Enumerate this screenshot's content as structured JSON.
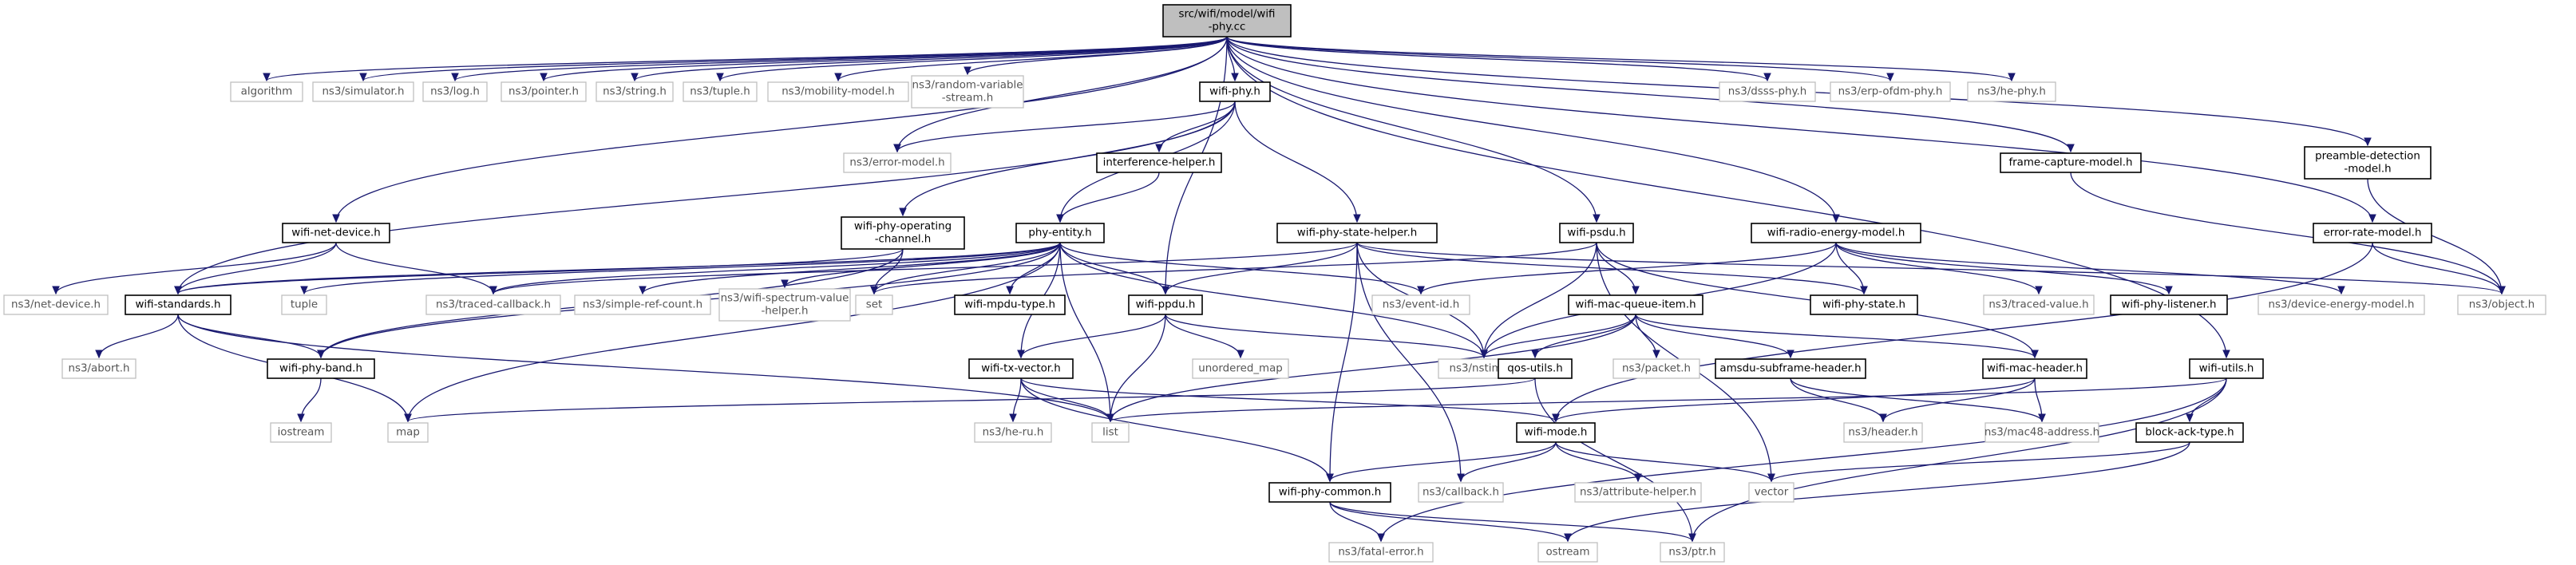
{
  "nodes": {
    "root": {
      "lines": [
        "src/wifi/model/wifi",
        "-phy.cc"
      ],
      "style": "root"
    },
    "algorithm": {
      "lines": [
        "algorithm"
      ],
      "style": "grey"
    },
    "simulator": {
      "lines": [
        "ns3/simulator.h"
      ],
      "style": "grey"
    },
    "log": {
      "lines": [
        "ns3/log.h"
      ],
      "style": "grey"
    },
    "pointer": {
      "lines": [
        "ns3/pointer.h"
      ],
      "style": "grey"
    },
    "string": {
      "lines": [
        "ns3/string.h"
      ],
      "style": "grey"
    },
    "tuple_h": {
      "lines": [
        "ns3/tuple.h"
      ],
      "style": "grey"
    },
    "mobility": {
      "lines": [
        "ns3/mobility-model.h"
      ],
      "style": "grey"
    },
    "randomvar": {
      "lines": [
        "ns3/random-variable",
        "-stream.h"
      ],
      "style": "grey"
    },
    "wifiphy": {
      "lines": [
        "wifi-phy.h"
      ],
      "style": "black"
    },
    "dsss": {
      "lines": [
        "ns3/dsss-phy.h"
      ],
      "style": "grey"
    },
    "erpofdm": {
      "lines": [
        "ns3/erp-ofdm-phy.h"
      ],
      "style": "grey"
    },
    "hephy": {
      "lines": [
        "ns3/he-phy.h"
      ],
      "style": "grey"
    },
    "errormodel": {
      "lines": [
        "ns3/error-model.h"
      ],
      "style": "grey"
    },
    "interference": {
      "lines": [
        "interference-helper.h"
      ],
      "style": "black"
    },
    "framecapture": {
      "lines": [
        "frame-capture-model.h"
      ],
      "style": "black"
    },
    "preamble": {
      "lines": [
        "preamble-detection",
        "-model.h"
      ],
      "style": "black"
    },
    "netdevice": {
      "lines": [
        "wifi-net-device.h"
      ],
      "style": "black"
    },
    "opchannel": {
      "lines": [
        "wifi-phy-operating",
        "-channel.h"
      ],
      "style": "black"
    },
    "phyentity": {
      "lines": [
        "phy-entity.h"
      ],
      "style": "black"
    },
    "statehelper": {
      "lines": [
        "wifi-phy-state-helper.h"
      ],
      "style": "black"
    },
    "psdu": {
      "lines": [
        "wifi-psdu.h"
      ],
      "style": "black"
    },
    "radioenergy": {
      "lines": [
        "wifi-radio-energy-model.h"
      ],
      "style": "black"
    },
    "erm": {
      "lines": [
        "error-rate-model.h"
      ],
      "style": "black"
    },
    "nsnetdevice": {
      "lines": [
        "ns3/net-device.h"
      ],
      "style": "grey"
    },
    "standards": {
      "lines": [
        "wifi-standards.h"
      ],
      "style": "black"
    },
    "tuple": {
      "lines": [
        "tuple"
      ],
      "style": "grey"
    },
    "tracedcb": {
      "lines": [
        "ns3/traced-callback.h"
      ],
      "style": "grey"
    },
    "simplerc": {
      "lines": [
        "ns3/simple-ref-count.h"
      ],
      "style": "grey"
    },
    "spectrumhelper": {
      "lines": [
        "ns3/wifi-spectrum-value",
        "-helper.h"
      ],
      "style": "grey"
    },
    "set": {
      "lines": [
        "set"
      ],
      "style": "grey"
    },
    "mpdutype": {
      "lines": [
        "wifi-mpdu-type.h"
      ],
      "style": "black"
    },
    "ppdu": {
      "lines": [
        "wifi-ppdu.h"
      ],
      "style": "black"
    },
    "eventid": {
      "lines": [
        "ns3/event-id.h"
      ],
      "style": "grey"
    },
    "macqueue": {
      "lines": [
        "wifi-mac-queue-item.h"
      ],
      "style": "black"
    },
    "phystate": {
      "lines": [
        "wifi-phy-state.h"
      ],
      "style": "black"
    },
    "tracedvalue": {
      "lines": [
        "ns3/traced-value.h"
      ],
      "style": "grey"
    },
    "phylistener": {
      "lines": [
        "wifi-phy-listener.h"
      ],
      "style": "black"
    },
    "devenergy": {
      "lines": [
        "ns3/device-energy-model.h"
      ],
      "style": "grey"
    },
    "object": {
      "lines": [
        "ns3/object.h"
      ],
      "style": "grey"
    },
    "abort": {
      "lines": [
        "ns3/abort.h"
      ],
      "style": "grey"
    },
    "band": {
      "lines": [
        "wifi-phy-band.h"
      ],
      "style": "black"
    },
    "map": {
      "lines": [
        "map"
      ],
      "style": "grey"
    },
    "txvector": {
      "lines": [
        "wifi-tx-vector.h"
      ],
      "style": "black"
    },
    "unordered": {
      "lines": [
        "unordered_map"
      ],
      "style": "grey"
    },
    "nstime": {
      "lines": [
        "ns3/nstime.h"
      ],
      "style": "grey"
    },
    "qosutils": {
      "lines": [
        "qos-utils.h"
      ],
      "style": "black"
    },
    "packet": {
      "lines": [
        "ns3/packet.h"
      ],
      "style": "grey"
    },
    "amsdu": {
      "lines": [
        "amsdu-subframe-header.h"
      ],
      "style": "black"
    },
    "macheader": {
      "lines": [
        "wifi-mac-header.h"
      ],
      "style": "black"
    },
    "wifiutils": {
      "lines": [
        "wifi-utils.h"
      ],
      "style": "black"
    },
    "iostream": {
      "lines": [
        "iostream"
      ],
      "style": "grey"
    },
    "list": {
      "lines": [
        "list"
      ],
      "style": "grey"
    },
    "heru": {
      "lines": [
        "ns3/he-ru.h"
      ],
      "style": "grey"
    },
    "wifimode": {
      "lines": [
        "wifi-mode.h"
      ],
      "style": "black"
    },
    "header": {
      "lines": [
        "ns3/header.h"
      ],
      "style": "grey"
    },
    "mac48": {
      "lines": [
        "ns3/mac48-address.h"
      ],
      "style": "grey"
    },
    "blockack": {
      "lines": [
        "block-ack-type.h"
      ],
      "style": "black"
    },
    "phycommon": {
      "lines": [
        "wifi-phy-common.h"
      ],
      "style": "black"
    },
    "callback": {
      "lines": [
        "ns3/callback.h"
      ],
      "style": "grey"
    },
    "attrhelper": {
      "lines": [
        "ns3/attribute-helper.h"
      ],
      "style": "grey"
    },
    "vector": {
      "lines": [
        "vector"
      ],
      "style": "grey"
    },
    "fatalerror": {
      "lines": [
        "ns3/fatal-error.h"
      ],
      "style": "grey"
    },
    "ostream": {
      "lines": [
        "ostream"
      ],
      "style": "grey"
    },
    "ptr": {
      "lines": [
        "ns3/ptr.h"
      ],
      "style": "grey"
    }
  },
  "edges": [
    [
      "root",
      "algorithm"
    ],
    [
      "root",
      "simulator"
    ],
    [
      "root",
      "log"
    ],
    [
      "root",
      "pointer"
    ],
    [
      "root",
      "string"
    ],
    [
      "root",
      "tuple_h"
    ],
    [
      "root",
      "mobility"
    ],
    [
      "root",
      "randomvar"
    ],
    [
      "root",
      "wifiphy"
    ],
    [
      "root",
      "dsss"
    ],
    [
      "root",
      "erpofdm"
    ],
    [
      "root",
      "hephy"
    ],
    [
      "root",
      "errormodel"
    ],
    [
      "root",
      "framecapture"
    ],
    [
      "root",
      "preamble"
    ],
    [
      "root",
      "netdevice"
    ],
    [
      "root",
      "psdu"
    ],
    [
      "root",
      "radioenergy"
    ],
    [
      "root",
      "erm"
    ],
    [
      "root",
      "ppdu"
    ],
    [
      "root",
      "wifiutils"
    ],
    [
      "wifiphy",
      "errormodel"
    ],
    [
      "wifiphy",
      "interference"
    ],
    [
      "wifiphy",
      "opchannel"
    ],
    [
      "wifiphy",
      "phyentity"
    ],
    [
      "wifiphy",
      "statehelper"
    ],
    [
      "wifiphy",
      "standards"
    ],
    [
      "interference",
      "phyentity"
    ],
    [
      "framecapture",
      "object"
    ],
    [
      "preamble",
      "object"
    ],
    [
      "erm",
      "object"
    ],
    [
      "erm",
      "wifimode"
    ],
    [
      "netdevice",
      "nsnetdevice"
    ],
    [
      "netdevice",
      "standards"
    ],
    [
      "netdevice",
      "tracedcb"
    ],
    [
      "opchannel",
      "standards"
    ],
    [
      "opchannel",
      "band"
    ],
    [
      "opchannel",
      "set"
    ],
    [
      "phyentity",
      "standards"
    ],
    [
      "phyentity",
      "tuple"
    ],
    [
      "phyentity",
      "tracedcb"
    ],
    [
      "phyentity",
      "simplerc"
    ],
    [
      "phyentity",
      "spectrumhelper"
    ],
    [
      "phyentity",
      "set"
    ],
    [
      "phyentity",
      "mpdutype"
    ],
    [
      "phyentity",
      "ppdu"
    ],
    [
      "phyentity",
      "eventid"
    ],
    [
      "phyentity",
      "nstime"
    ],
    [
      "phyentity",
      "band"
    ],
    [
      "phyentity",
      "map"
    ],
    [
      "phyentity",
      "txvector"
    ],
    [
      "phyentity",
      "list"
    ],
    [
      "statehelper",
      "phystate"
    ],
    [
      "statehelper",
      "nstime"
    ],
    [
      "statehelper",
      "ppdu"
    ],
    [
      "statehelper",
      "callback"
    ],
    [
      "statehelper",
      "phycommon"
    ],
    [
      "statehelper",
      "object"
    ],
    [
      "statehelper",
      "tracedcb"
    ],
    [
      "psdu",
      "set"
    ],
    [
      "psdu",
      "nstime"
    ],
    [
      "psdu",
      "macqueue"
    ],
    [
      "psdu",
      "macheader"
    ],
    [
      "psdu",
      "vector"
    ],
    [
      "radioenergy",
      "phystate"
    ],
    [
      "radioenergy",
      "tracedvalue"
    ],
    [
      "radioenergy",
      "phylistener"
    ],
    [
      "radioenergy",
      "devenergy"
    ],
    [
      "radioenergy",
      "eventid"
    ],
    [
      "radioenergy",
      "nstime"
    ],
    [
      "standards",
      "band"
    ],
    [
      "standards",
      "abort"
    ],
    [
      "standards",
      "map"
    ],
    [
      "standards",
      "list"
    ],
    [
      "band",
      "iostream"
    ],
    [
      "ppdu",
      "txvector"
    ],
    [
      "ppdu",
      "unordered"
    ],
    [
      "ppdu",
      "nstime"
    ],
    [
      "ppdu",
      "list"
    ],
    [
      "macqueue",
      "nstime"
    ],
    [
      "macqueue",
      "qosutils"
    ],
    [
      "macqueue",
      "packet"
    ],
    [
      "macqueue",
      "amsdu"
    ],
    [
      "macqueue",
      "macheader"
    ],
    [
      "macqueue",
      "list"
    ],
    [
      "txvector",
      "list"
    ],
    [
      "txvector",
      "heru"
    ],
    [
      "txvector",
      "wifimode"
    ],
    [
      "txvector",
      "phycommon"
    ],
    [
      "qosutils",
      "map"
    ],
    [
      "qosutils",
      "ptr"
    ],
    [
      "amsdu",
      "header"
    ],
    [
      "amsdu",
      "mac48"
    ],
    [
      "macheader",
      "header"
    ],
    [
      "macheader",
      "mac48"
    ],
    [
      "macheader",
      "wifimode"
    ],
    [
      "wifiutils",
      "list"
    ],
    [
      "wifiutils",
      "blockack"
    ],
    [
      "wifiutils",
      "ptr"
    ],
    [
      "wifiutils",
      "fatalerror"
    ],
    [
      "blockack",
      "vector"
    ],
    [
      "blockack",
      "ostream"
    ],
    [
      "wifimode",
      "phycommon"
    ],
    [
      "wifimode",
      "callback"
    ],
    [
      "wifimode",
      "attrhelper"
    ],
    [
      "wifimode",
      "vector"
    ],
    [
      "phycommon",
      "fatalerror"
    ],
    [
      "phycommon",
      "ostream"
    ],
    [
      "phycommon",
      "ptr"
    ]
  ]
}
